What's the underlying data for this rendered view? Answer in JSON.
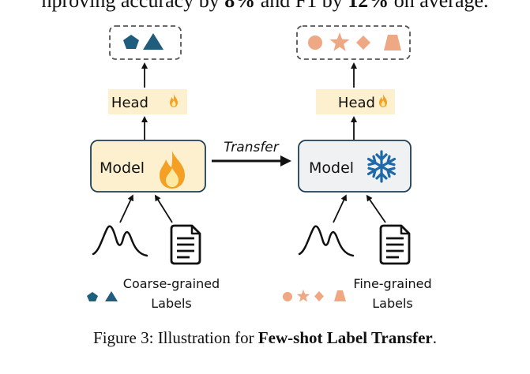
{
  "header_fragment": {
    "prefix": "nproving accuracy by ",
    "acc_value": "8%",
    "middle": " and F1 by ",
    "f1_value": "12%",
    "suffix": " on average."
  },
  "left_panel": {
    "head_label": "Head",
    "model_label": "Model",
    "legend_line1": "Coarse-grained",
    "legend_line2": "Labels"
  },
  "transfer_label": "Transfer",
  "right_panel": {
    "head_label": "Head",
    "model_label": "Model",
    "legend_line1": "Fine-grained",
    "legend_line2": "Labels"
  },
  "caption": {
    "prefix": "Figure 3: Illustration for ",
    "bold": "Few-shot Label Transfer",
    "suffix": "."
  },
  "colors": {
    "coarse_label": "#1f5d7d",
    "fine_label": "#eea883",
    "head_fill": "#fdf0cf",
    "model_left_fill": "#fdf0cf",
    "model_left_stroke": "#1f3f57",
    "model_right_fill": "#f0f1f3",
    "model_right_stroke": "#1f3f57",
    "snowflake": "#1e69a8",
    "flame_outer": "#f4a024",
    "flame_inner": "#fde9a2"
  },
  "icons": {
    "trainable": "flame-icon",
    "frozen": "snowflake-icon",
    "signal": "waveform-icon",
    "text": "document-icon"
  }
}
